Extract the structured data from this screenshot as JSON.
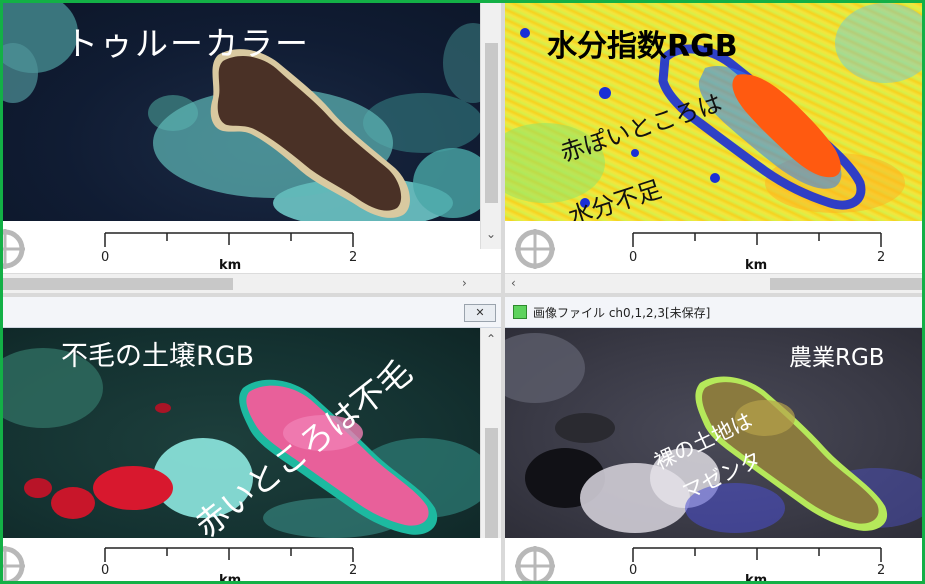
{
  "panels": {
    "top_left": {
      "label": "トゥルーカラー",
      "scale": {
        "tick_start": "0",
        "tick_end": "2",
        "unit": "km"
      }
    },
    "top_right": {
      "label": "水分指数RGB",
      "note_line1": "赤ぽいところは",
      "note_line2": "水分不足",
      "scale": {
        "tick_start": "0",
        "tick_end": "2",
        "unit": "km"
      }
    },
    "bottom_left": {
      "label": "不毛の土壌RGB",
      "note": "赤いところは不毛",
      "close_button": "✕",
      "scale": {
        "tick_start": "0",
        "tick_end": "2",
        "unit": "km"
      }
    },
    "bottom_right": {
      "window_title": "画像ファイル ch0,1,2,3[未保存]",
      "label": "農業RGB",
      "note_line1": "裸の土地は",
      "note_line2": "マゼンタ",
      "scale": {
        "tick_start": "0",
        "tick_end": "2",
        "unit": "km"
      }
    }
  },
  "scroll": {
    "arrow_right": "›",
    "arrow_left": "‹",
    "arrow_down": "⌄",
    "arrow_up": "⌃"
  },
  "colors": {
    "frame_border": "#13b046",
    "title_icon": "#5ed35e"
  }
}
